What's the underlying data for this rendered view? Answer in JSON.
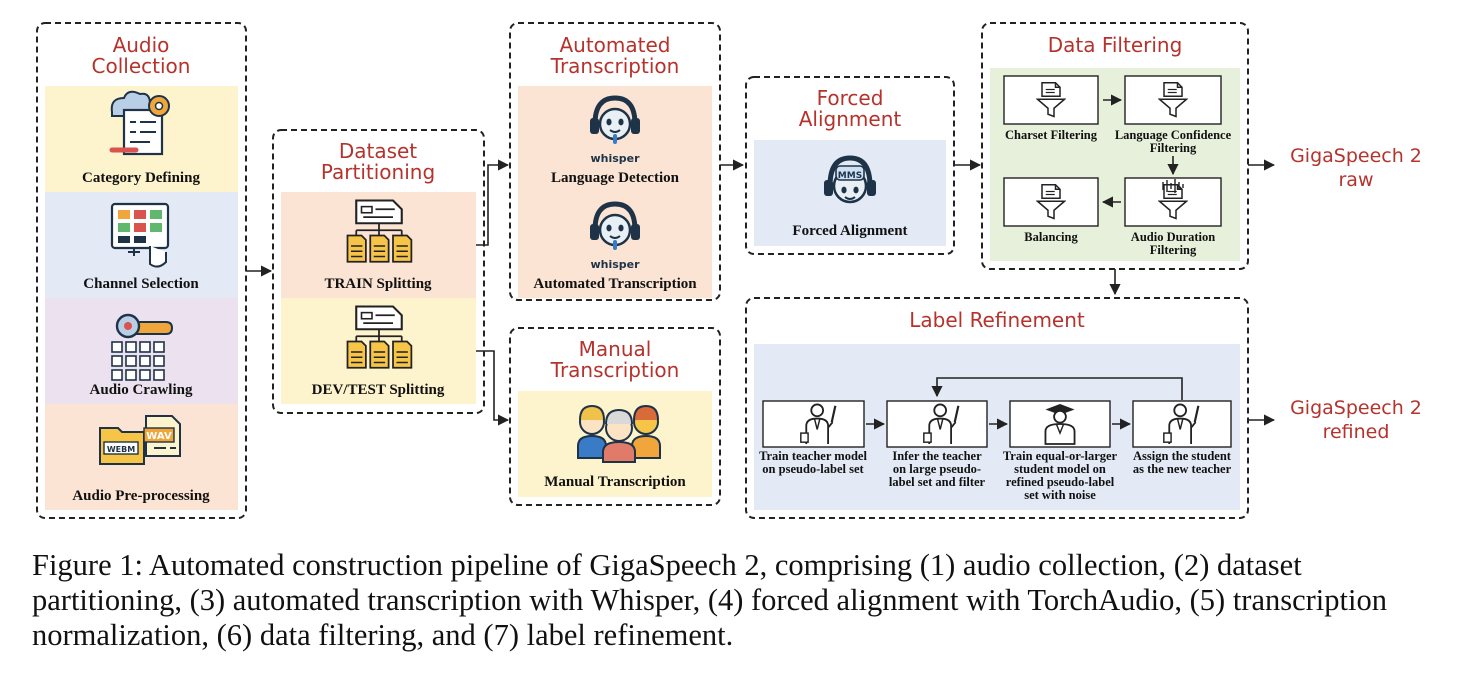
{
  "stages": {
    "audio_collection": {
      "title_lines": [
        "Audio",
        "Collection"
      ],
      "steps": [
        "Category Defining",
        "Channel Selection",
        "Audio Crawling",
        "Audio Pre-processing"
      ]
    },
    "dataset_partitioning": {
      "title_lines": [
        "Dataset",
        "Partitioning"
      ],
      "steps": [
        "TRAIN Splitting",
        "DEV/TEST Splitting"
      ]
    },
    "automated_transcription": {
      "title_lines": [
        "Automated",
        "Transcription"
      ],
      "steps": [
        "Language Detection",
        "Automated Transcription"
      ],
      "logo_text": "whisper"
    },
    "manual_transcription": {
      "title_lines": [
        "Manual",
        "Transcription"
      ],
      "steps": [
        "Manual Transcription"
      ]
    },
    "forced_alignment": {
      "title_lines": [
        "Forced",
        "Alignment"
      ],
      "steps": [
        "Forced Alignment"
      ],
      "logo_text": "MMS"
    },
    "data_filtering": {
      "title": "Data Filtering",
      "steps": [
        {
          "lines": [
            "Charset Filtering"
          ]
        },
        {
          "lines": [
            "Language Confidence",
            "Filtering"
          ]
        },
        {
          "lines": [
            "Audio Duration",
            "Filtering"
          ]
        },
        {
          "lines": [
            "Balancing"
          ]
        }
      ]
    },
    "label_refinement": {
      "title": "Label Refinement",
      "steps": [
        {
          "lines": [
            "Train teacher model",
            "on pseudo-label set"
          ]
        },
        {
          "lines": [
            "Infer the teacher",
            "on large pseudo-",
            "label set and filter"
          ]
        },
        {
          "lines": [
            "Train equal-or-larger",
            "student model on",
            "refined pseudo-label",
            "set with noise"
          ]
        },
        {
          "lines": [
            "Assign the student",
            "as the new teacher"
          ]
        }
      ]
    }
  },
  "outputs": {
    "raw_lines": [
      "GigaSpeech 2",
      "raw"
    ],
    "refined_lines": [
      "GigaSpeech 2",
      "refined"
    ]
  },
  "file_labels": {
    "webm": "WEBM",
    "wav": "WAV"
  },
  "colors": {
    "title_red": "#b5332c",
    "yellow_panel": "#fdf3cc",
    "blue_panel": "#e3e9f5",
    "purple_panel": "#ebe1ef",
    "peach_panel": "#fbe4d4",
    "green_panel": "#e6f0da"
  },
  "icons": [
    "settings-document-icon",
    "grid-touch-icon",
    "search-grid-icon",
    "audio-file-icon",
    "document-split-icon",
    "whisper-logo-icon",
    "mms-logo-icon",
    "people-headset-icon",
    "filter-icon",
    "teacher-icon",
    "student-icon"
  ],
  "caption": "Figure 1: Automated construction pipeline of GigaSpeech 2, comprising (1) audio collection, (2) dataset partitioning, (3) automated transcription with Whisper, (4) forced alignment with TorchAudio, (5) transcription normalization, (6) data filtering, and (7) label refinement."
}
